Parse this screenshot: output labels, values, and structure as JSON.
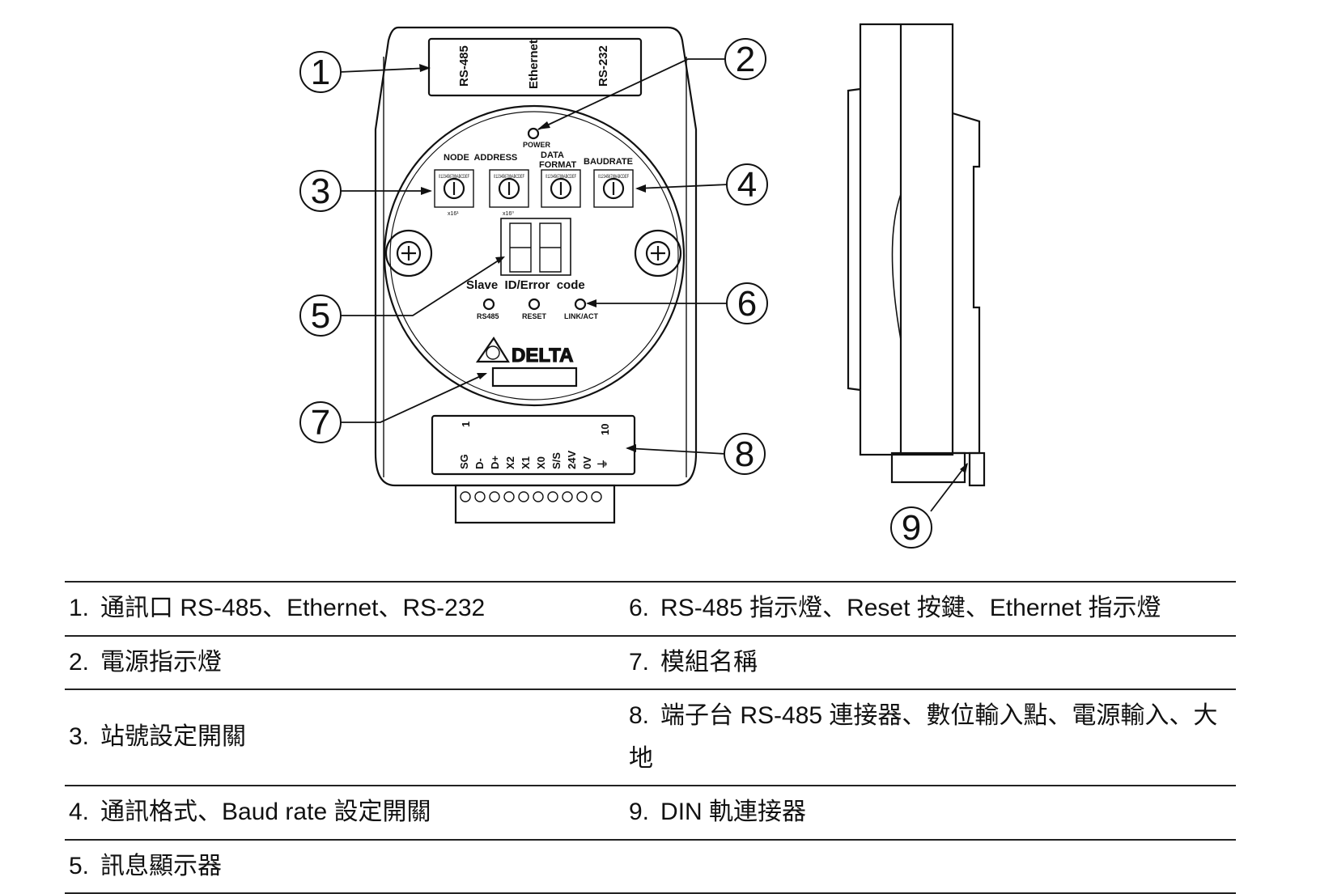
{
  "device": {
    "ports": [
      "RS-485",
      "Ethernet",
      "RS-232"
    ],
    "power_label": "POWER",
    "node_address_label": "NODE  ADDRESS",
    "data_format_label": [
      "DATA",
      "FORMAT"
    ],
    "baudrate_label": "BAUDRATE",
    "multipliers": [
      "x16¹",
      "x16⁰"
    ],
    "rotary_digits": "0123456789ABCDEF",
    "display_caption": "Slave  ID/Error  code",
    "indicators": [
      "RS485",
      "RESET",
      "LINK/ACT"
    ],
    "brand": "DELTA",
    "terminal_top": [
      "1",
      "10"
    ],
    "terminals": [
      "SG",
      "D-",
      "D+",
      "X2",
      "X1",
      "X0",
      "S/S",
      "24V",
      "0V",
      "⏚"
    ]
  },
  "callouts": [
    "1",
    "2",
    "3",
    "4",
    "5",
    "6",
    "7",
    "8",
    "9"
  ],
  "legend": {
    "rows": [
      {
        "left": {
          "num": "1.",
          "text": "通訊口 RS-485、Ethernet、RS-232"
        },
        "right": {
          "num": "6.",
          "text": "RS-485 指示燈、Reset 按鍵、Ethernet 指示燈"
        }
      },
      {
        "left": {
          "num": "2.",
          "text": "電源指示燈"
        },
        "right": {
          "num": "7.",
          "text": "模組名稱"
        }
      },
      {
        "left": {
          "num": "3.",
          "text": "站號設定開關"
        },
        "right": {
          "num": "8.",
          "text": "端子台 RS-485 連接器、數位輸入點、電源輸入、大地"
        }
      },
      {
        "left": {
          "num": "4.",
          "text": "通訊格式、Baud rate 設定開關"
        },
        "right": {
          "num": "9.",
          "text": "DIN 軌連接器"
        }
      },
      {
        "left": {
          "num": "5.",
          "text": "訊息顯示器"
        },
        "right": {
          "num": "",
          "text": ""
        }
      }
    ]
  }
}
